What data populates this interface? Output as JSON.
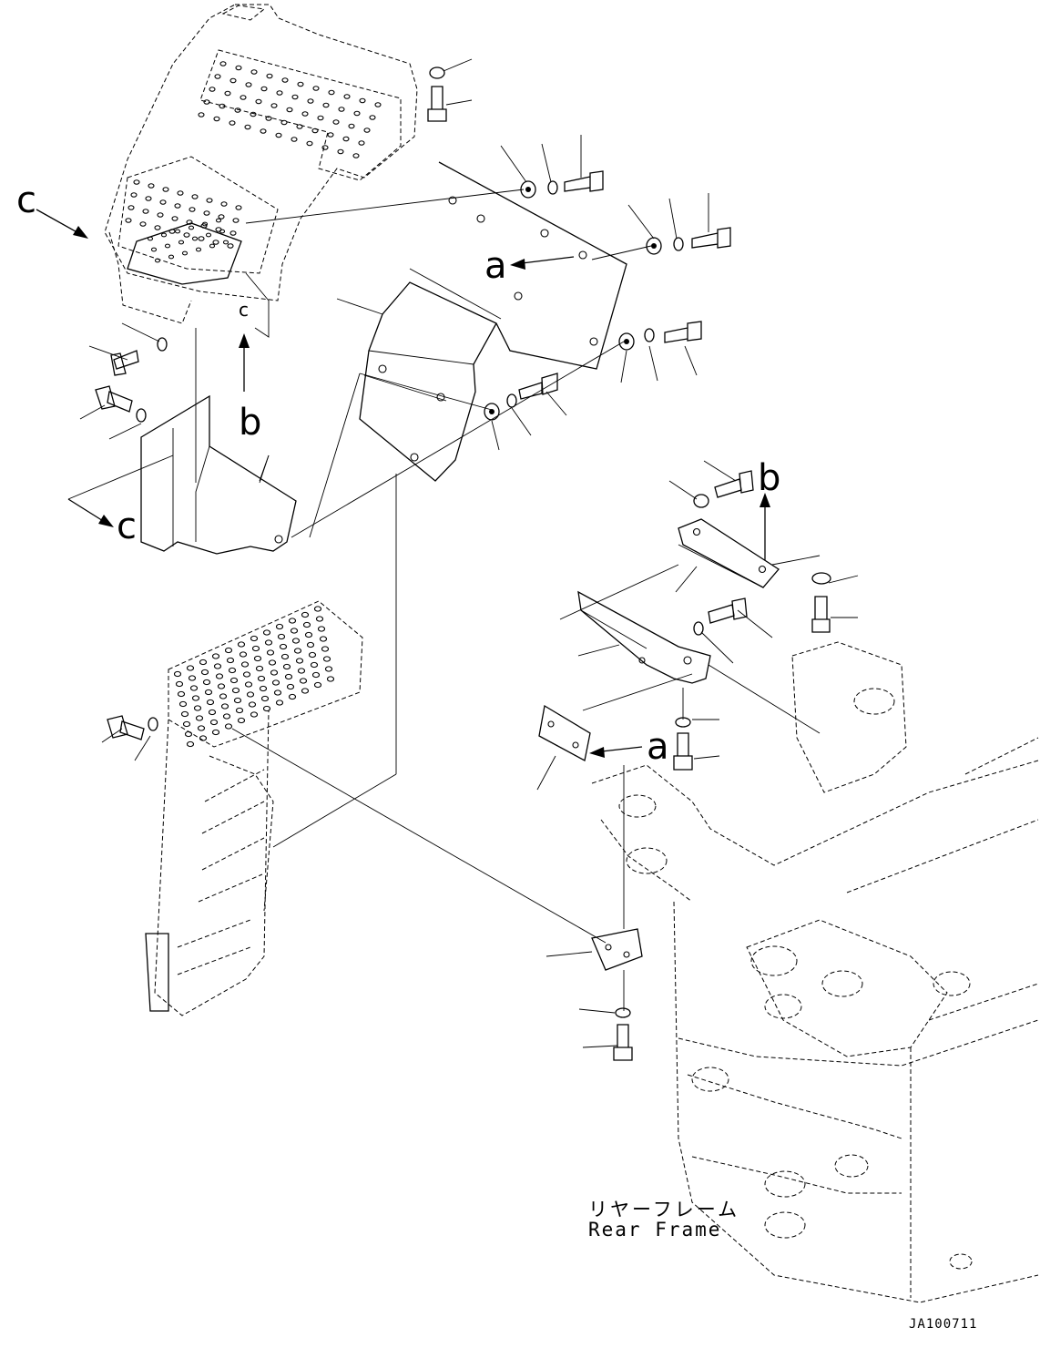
{
  "callouts": {
    "a_upper": "a",
    "a_lower": "a",
    "b_upper": "b",
    "b_lower": "b",
    "c_upper": "c",
    "c_lower": "c",
    "c_small": "c"
  },
  "frame_label": {
    "japanese": "リヤーフレーム",
    "english": "Rear Frame"
  },
  "drawing_id": "JA100711"
}
